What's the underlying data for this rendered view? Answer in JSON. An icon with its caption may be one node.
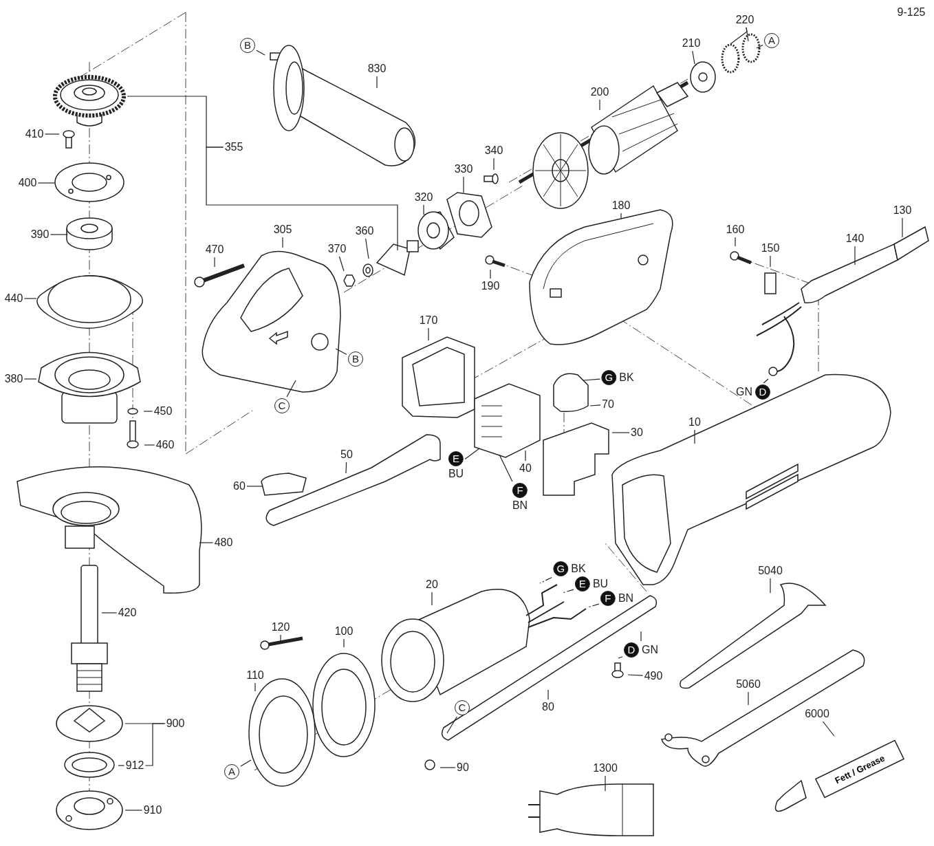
{
  "diagram": {
    "nodes": [
      {
        "text": [
          "830"
        ]
      },
      {
        "text": [
          "B"
        ]
      },
      {
        "text": [
          "355"
        ]
      },
      {
        "text": [
          "410"
        ]
      },
      {
        "text": [
          "400"
        ]
      },
      {
        "text": [
          "390"
        ]
      },
      {
        "text": [
          "440"
        ]
      },
      {
        "text": [
          "380"
        ]
      },
      {
        "text": [
          "450"
        ]
      },
      {
        "text": [
          "460"
        ]
      },
      {
        "text": [
          "470"
        ]
      },
      {
        "text": [
          "305"
        ]
      },
      {
        "text": [
          "B"
        ]
      },
      {
        "text": [
          "C"
        ]
      },
      {
        "text": [
          "370"
        ]
      },
      {
        "text": [
          "360"
        ]
      },
      {
        "text": [
          "320"
        ]
      },
      {
        "text": [
          "330"
        ]
      },
      {
        "text": [
          "340"
        ]
      },
      {
        "text": [
          "200"
        ]
      },
      {
        "text": [
          "210"
        ]
      },
      {
        "text": [
          "220"
        ]
      },
      {
        "text": [
          "A"
        ]
      },
      {
        "text": [
          "180"
        ]
      },
      {
        "text": [
          "190"
        ]
      },
      {
        "text": [
          "160"
        ]
      },
      {
        "text": [
          "150"
        ]
      },
      {
        "text": [
          "140"
        ]
      },
      {
        "text": [
          "130"
        ]
      },
      {
        "text": [
          "170"
        ]
      },
      {
        "text": [
          "G"
        ],
        "beside": [
          "BK"
        ]
      },
      {
        "text": [
          "70"
        ]
      },
      {
        "text": [
          "D"
        ],
        "beside": [
          "GN"
        ]
      },
      {
        "text": [
          "30"
        ]
      },
      {
        "text": [
          "10"
        ]
      },
      {
        "text": [
          "50"
        ]
      },
      {
        "text": [
          "E"
        ],
        "beside": [
          "BU"
        ]
      },
      {
        "text": [
          "40"
        ]
      },
      {
        "text": [
          "F"
        ],
        "beside": [
          "BN"
        ]
      },
      {
        "text": [
          "60"
        ]
      },
      {
        "text": [
          "480"
        ]
      },
      {
        "text": [
          "420"
        ]
      },
      {
        "text": [
          "G"
        ],
        "beside": [
          "BK"
        ]
      },
      {
        "text": [
          "E"
        ],
        "beside": [
          "BU"
        ]
      },
      {
        "text": [
          "F"
        ],
        "beside": [
          "BN"
        ]
      },
      {
        "text": [
          "20"
        ]
      },
      {
        "text": [
          "120"
        ]
      },
      {
        "text": [
          "100"
        ]
      },
      {
        "text": [
          "D"
        ],
        "beside": [
          "GN"
        ]
      },
      {
        "text": [
          "490"
        ]
      },
      {
        "text": [
          "110"
        ]
      },
      {
        "text": [
          "80"
        ]
      },
      {
        "text": [
          "C"
        ]
      },
      {
        "text": [
          "5040"
        ]
      },
      {
        "text": [
          "5060"
        ]
      },
      {
        "text": [
          "6000"
        ]
      },
      {
        "text": [
          "900"
        ]
      },
      {
        "text": [
          "912"
        ]
      },
      {
        "text": [
          "A"
        ]
      },
      {
        "text": [
          "90"
        ]
      },
      {
        "text": [
          "910"
        ]
      },
      {
        "text": [
          "1300"
        ]
      },
      {
        "text": [
          "Fett / Grease"
        ]
      }
    ],
    "edges": [
      {
        "from": 0,
        "to": null,
        "arrow": "none"
      },
      {
        "from": 1,
        "to": null,
        "arrow": "none"
      },
      {
        "from": 2,
        "to": null,
        "arrow": "none"
      },
      {
        "from": 2,
        "to": null,
        "arrow": "none"
      },
      {
        "from": 3,
        "to": null,
        "arrow": "none"
      },
      {
        "from": 4,
        "to": null,
        "arrow": "none"
      },
      {
        "from": 5,
        "to": null,
        "arrow": "none"
      },
      {
        "from": 6,
        "to": null,
        "arrow": "none"
      },
      {
        "from": 7,
        "to": null,
        "arrow": "none"
      },
      {
        "from": 8,
        "to": null,
        "arrow": "none"
      },
      {
        "from": 9,
        "to": null,
        "arrow": "none"
      },
      {
        "from": 10,
        "to": null,
        "arrow": "none"
      },
      {
        "from": 11,
        "to": null,
        "arrow": "none"
      },
      {
        "from": 12,
        "to": null,
        "arrow": "none"
      },
      {
        "from": 13,
        "to": null,
        "arrow": "none"
      },
      {
        "from": 14,
        "to": null,
        "arrow": "none"
      },
      {
        "from": 15,
        "to": null,
        "arrow": "none"
      },
      {
        "from": 16,
        "to": null,
        "arrow": "none"
      },
      {
        "from": 17,
        "to": null,
        "arrow": "none"
      },
      {
        "from": 18,
        "to": null,
        "arrow": "none"
      },
      {
        "from": 19,
        "to": null,
        "arrow": "none"
      },
      {
        "from": 20,
        "to": null,
        "arrow": "none"
      },
      {
        "from": 21,
        "to": null,
        "arrow": "none"
      },
      {
        "from": 21,
        "to": null,
        "arrow": "none"
      },
      {
        "from": 22,
        "to": null,
        "arrow": "none"
      },
      {
        "from": 23,
        "to": null,
        "arrow": "none"
      },
      {
        "from": 24,
        "to": null,
        "arrow": "none"
      },
      {
        "from": 25,
        "to": null,
        "arrow": "none"
      },
      {
        "from": 26,
        "to": null,
        "arrow": "none"
      },
      {
        "from": 27,
        "to": null,
        "arrow": "none"
      },
      {
        "from": 28,
        "to": null,
        "arrow": "none"
      },
      {
        "from": 29,
        "to": null,
        "arrow": "none"
      },
      {
        "from": 30,
        "to": null,
        "arrow": "none"
      },
      {
        "from": 31,
        "to": null,
        "arrow": "none"
      },
      {
        "from": 32,
        "to": null,
        "arrow": "none"
      },
      {
        "from": 33,
        "to": null,
        "arrow": "none"
      },
      {
        "from": 34,
        "to": null,
        "arrow": "none"
      },
      {
        "from": 35,
        "to": null,
        "arrow": "none"
      },
      {
        "from": 36,
        "to": null,
        "arrow": "none"
      },
      {
        "from": 37,
        "to": null,
        "arrow": "none"
      },
      {
        "from": 38,
        "to": null,
        "arrow": "none"
      },
      {
        "from": 39,
        "to": null,
        "arrow": "none"
      },
      {
        "from": 40,
        "to": null,
        "arrow": "none"
      },
      {
        "from": 41,
        "to": null,
        "arrow": "none"
      },
      {
        "from": 42,
        "to": null,
        "arrow": "none",
        "style": "dashed"
      },
      {
        "from": 43,
        "to": null,
        "arrow": "none",
        "style": "dashed"
      },
      {
        "from": 44,
        "to": null,
        "arrow": "none",
        "style": "dashed"
      },
      {
        "from": 45,
        "to": null,
        "arrow": "none"
      },
      {
        "from": 46,
        "to": null,
        "arrow": "none"
      },
      {
        "from": 47,
        "to": null,
        "arrow": "none"
      },
      {
        "from": 48,
        "to": null,
        "arrow": "none"
      },
      {
        "from": 48,
        "to": null,
        "arrow": "none"
      },
      {
        "from": 49,
        "to": null,
        "arrow": "none"
      },
      {
        "from": 50,
        "to": null,
        "arrow": "none"
      },
      {
        "from": 51,
        "to": null,
        "arrow": "none"
      },
      {
        "from": 52,
        "to": null,
        "arrow": "none"
      },
      {
        "from": 53,
        "to": null,
        "arrow": "none"
      },
      {
        "from": 54,
        "to": null,
        "arrow": "none"
      },
      {
        "from": 55,
        "to": 62,
        "arrow": "none"
      },
      {
        "from": 56,
        "to": null,
        "arrow": "none"
      },
      {
        "from": 56,
        "to": 57,
        "arrow": "none"
      },
      {
        "from": 57,
        "to": null,
        "arrow": "none"
      },
      {
        "from": 58,
        "to": null,
        "arrow": "none"
      },
      {
        "from": 59,
        "to": null,
        "arrow": "none"
      },
      {
        "from": 60,
        "to": null,
        "arrow": "none"
      },
      {
        "from": 61,
        "to": null,
        "arrow": "none"
      }
    ],
    "labels": [
      "9-125"
    ]
  }
}
